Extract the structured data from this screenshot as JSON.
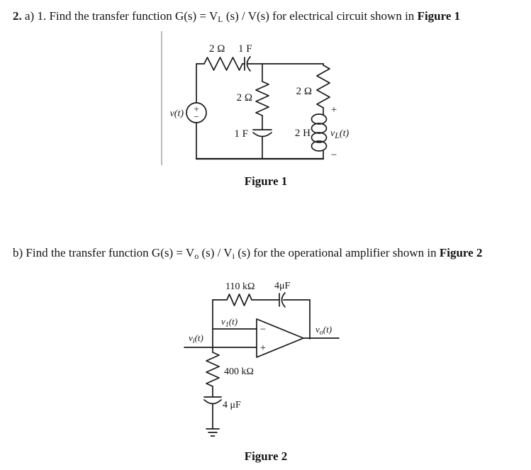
{
  "page": {
    "background": "#ffffff",
    "ink": "#141414",
    "margin_line_color": "#8f8f8f"
  },
  "problem_a": {
    "number": "2.",
    "seg1": " a) 1. Find the transfer function G(s) = V",
    "sub_L": "L",
    "seg2": " (s) / V(s) for electrical circuit shown in ",
    "figure_ref": "Figure 1"
  },
  "problem_b": {
    "seg1": "b)  Find the transfer function G(s) = V",
    "sub_o": "o",
    "seg2": " (s) / V",
    "sub_i": "i",
    "seg3": " (s) for the operational amplifier shown in ",
    "figure_ref": "Figure 2"
  },
  "figure1": {
    "caption": "Figure 1",
    "labels": {
      "source_v": "v",
      "source_t": "(t)",
      "source_plus": "+",
      "source_minus": "−",
      "r_series": "2 Ω",
      "c_series": "1 F",
      "r_shunt": "2 Ω",
      "c_shunt": "1 F",
      "r_load": "2 Ω",
      "l_load": "2 H",
      "out_plus": "+",
      "out_minus": "−",
      "out_v": "v",
      "out_sub": "L",
      "out_t": "(t)"
    }
  },
  "figure2": {
    "caption": "Figure 2",
    "labels": {
      "r_feedback": "110 kΩ",
      "c_feedback": "4μF",
      "r_input": "400 kΩ",
      "c_input": "4 μF",
      "opamp_minus": "−",
      "opamp_plus": "+",
      "v1_v": "v",
      "v1_sub": "1",
      "v1_t": "(t)",
      "vi_v": "v",
      "vi_sub": "i",
      "vi_t": "(t)",
      "vo_v": "v",
      "vo_sub": "o",
      "vo_t": "(t)"
    }
  }
}
